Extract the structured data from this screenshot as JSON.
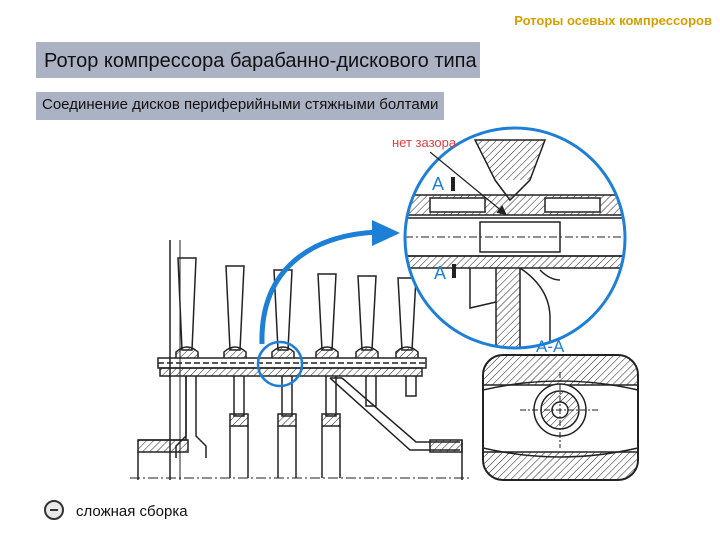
{
  "header": {
    "section_label": "Роторы осевых компрессоров"
  },
  "slide": {
    "title": "Ротор компрессора барабанно-дискового типа",
    "subtitle": "Соединение дисков периферийными стяжными болтами"
  },
  "diagram": {
    "callout_label": "нет зазора",
    "section_mark_top": "A",
    "section_mark_bottom": "A",
    "section_view_label": "A-A"
  },
  "note": {
    "text": "сложная сборка",
    "marker": "minus-circle-icon"
  },
  "colors": {
    "header": "#d4a000",
    "highlight_box": "#aab2c4",
    "callout_red": "#e04040",
    "blue_accent": "#1e7fd6",
    "drawing_ink": "#222222"
  }
}
